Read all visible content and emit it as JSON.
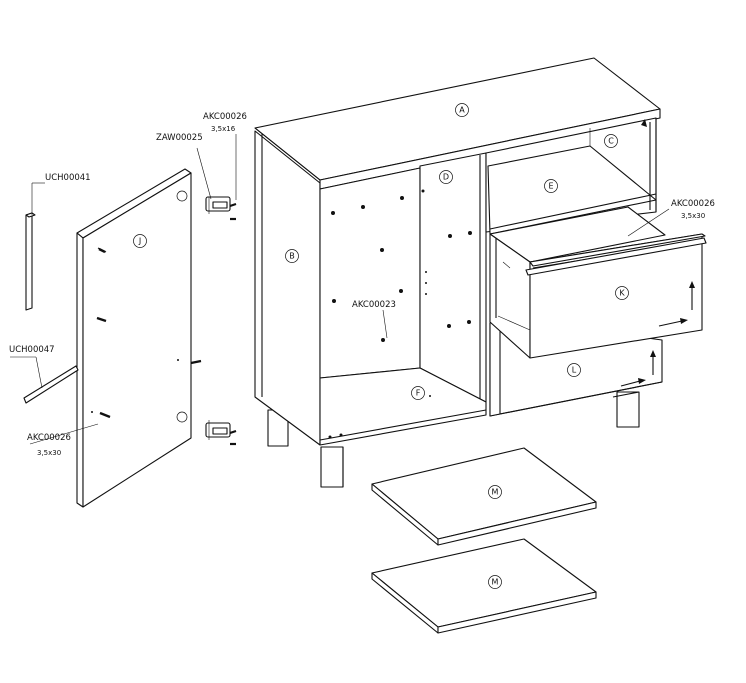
{
  "parts": {
    "A": "A",
    "B": "B",
    "C": "C",
    "D": "D",
    "E": "E",
    "F": "F",
    "J": "J",
    "K": "K",
    "L": "L",
    "M1": "M",
    "M2": "M"
  },
  "labels": {
    "ucha": "UCH00041",
    "uchb": "UCH00047",
    "zaw": "ZAW00025",
    "akc_top_code": "AKC00026",
    "akc_top_dim": "3,5x16",
    "akc_door_code": "AKC00026",
    "akc_door_dim": "3,5x30",
    "akc_drawer_code": "AKC00026",
    "akc_drawer_dim": "3,5x30",
    "akc_shelf_code": "AKC00023"
  }
}
